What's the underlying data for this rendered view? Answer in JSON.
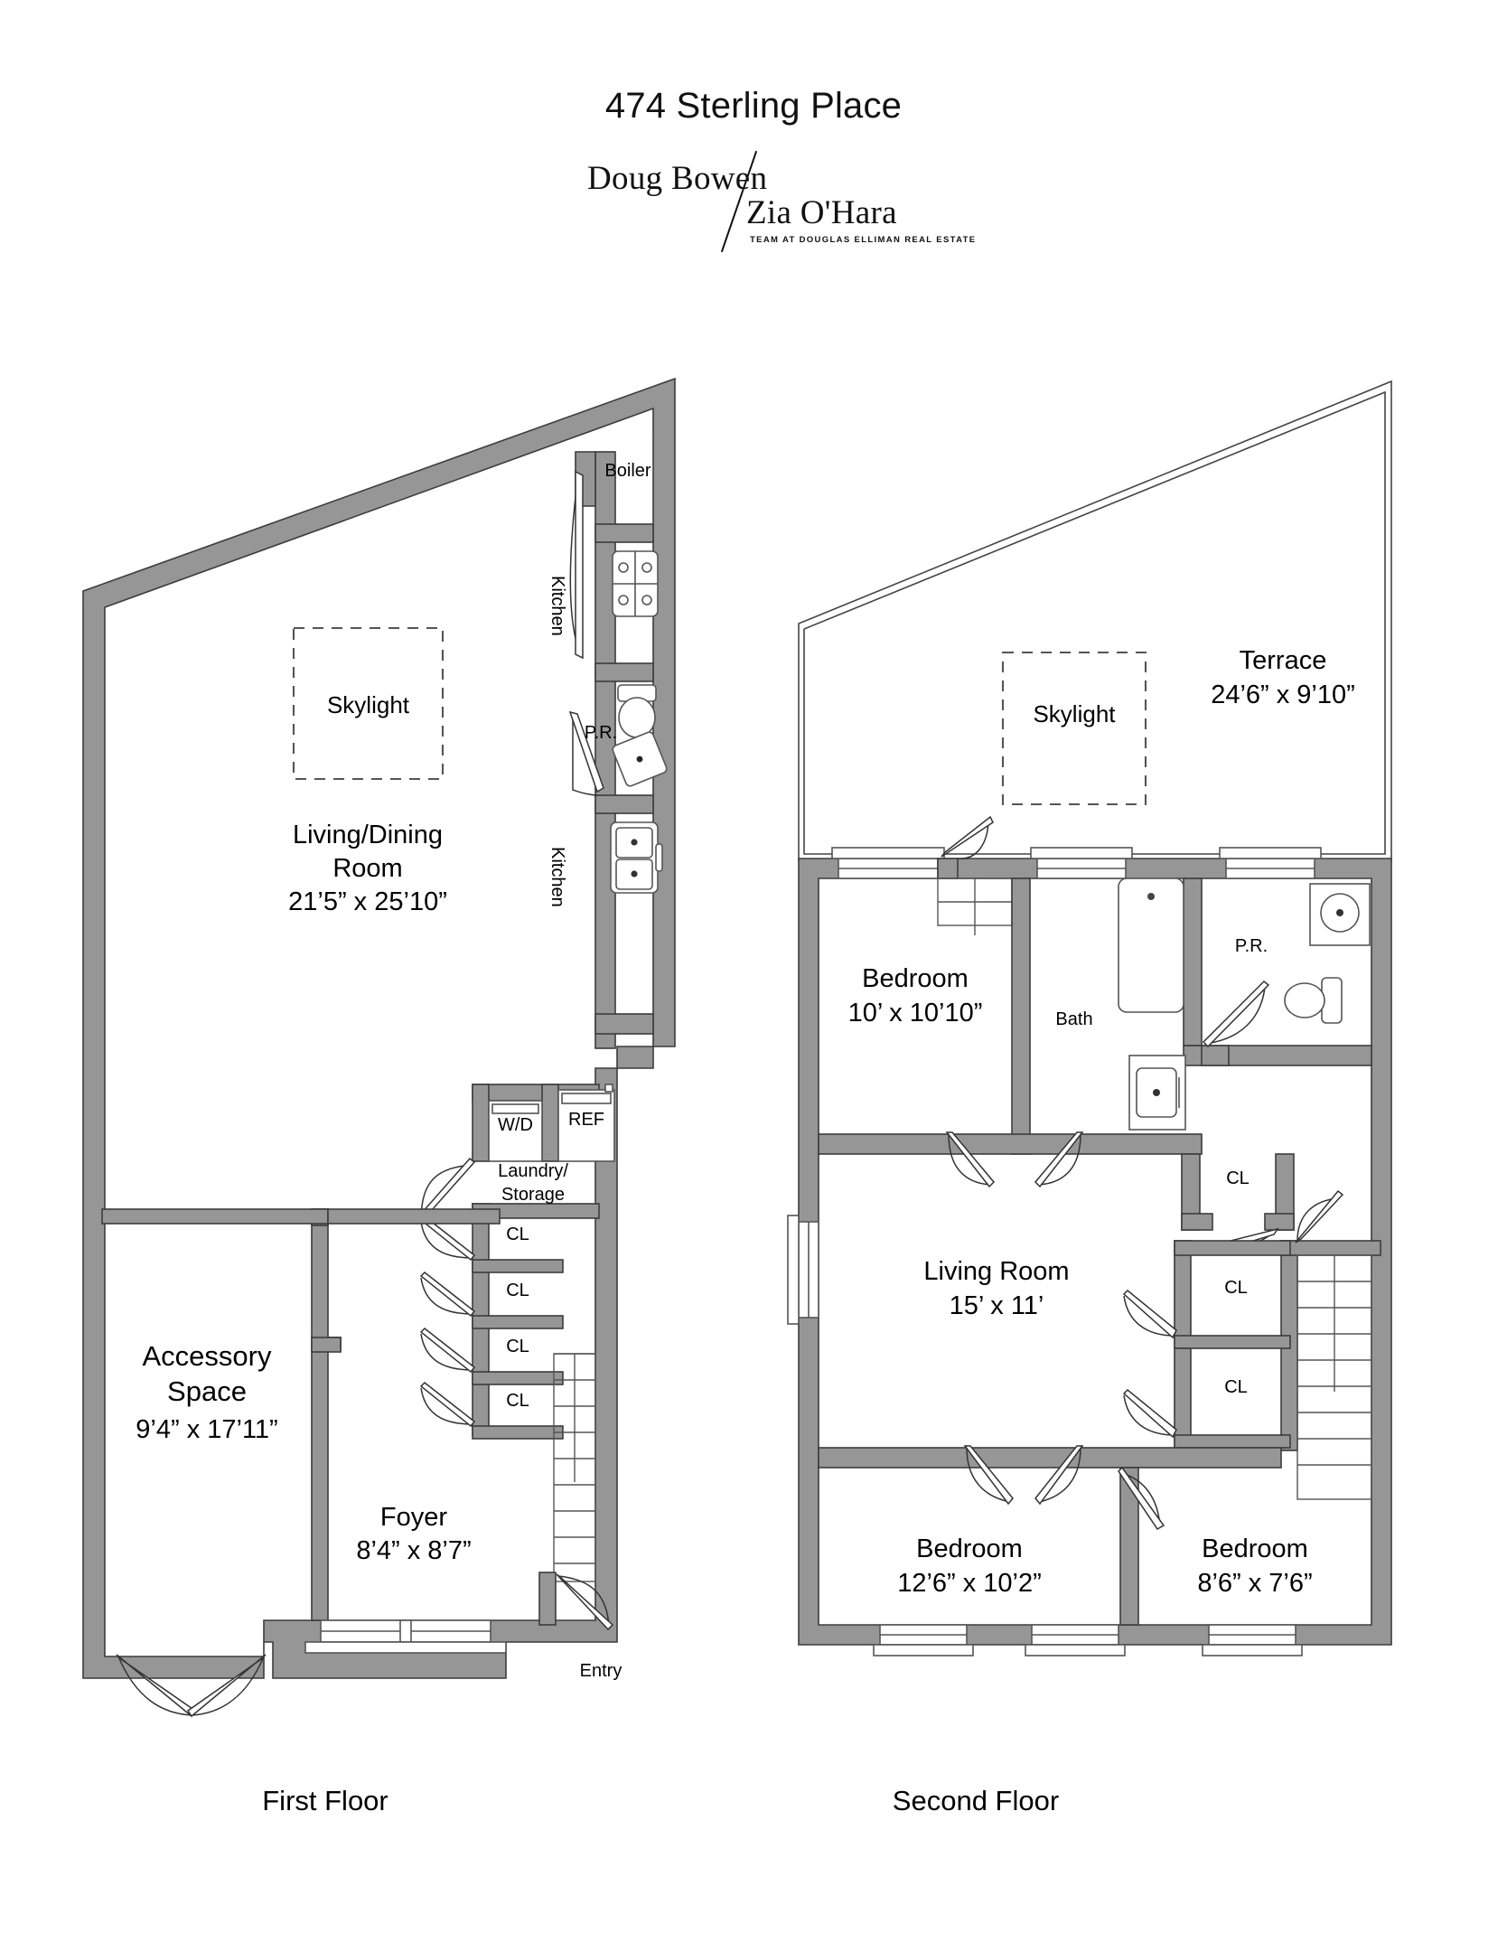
{
  "header": {
    "title": "474 Sterling Place",
    "logo": {
      "name_line1": "Doug Bowen",
      "name_line2": "Zia O'Hara",
      "tagline": "TEAM AT DOUGLAS ELLIMAN REAL ESTATE"
    }
  },
  "colors": {
    "wall_fill": "#969696",
    "wall_stroke": "#3c3c3c",
    "fixture_stroke": "#555555",
    "text": "#000000",
    "background": "#ffffff"
  },
  "floors": [
    {
      "caption": "First Floor",
      "rooms": [
        {
          "name": "Boiler",
          "label": "Boiler",
          "dimensions": ""
        },
        {
          "name": "Kitchen (upper)",
          "label": "Kitchen",
          "dimensions": ""
        },
        {
          "name": "Powder Room",
          "label": "P.R.",
          "dimensions": ""
        },
        {
          "name": "Kitchen (lower)",
          "label": "Kitchen",
          "dimensions": ""
        },
        {
          "name": "Skylight",
          "label": "Skylight",
          "dimensions": ""
        },
        {
          "name": "Living/Dining Room",
          "label": "Living/Dining\nRoom",
          "dimensions": "21'5” x 25'10”"
        },
        {
          "name": "Laundry/Storage",
          "label": "Laundry/\nStorage",
          "dimensions": ""
        },
        {
          "name": "Washer/Dryer",
          "label": "W/D",
          "dimensions": ""
        },
        {
          "name": "Refrigerator",
          "label": "REF",
          "dimensions": ""
        },
        {
          "name": "Closet 1",
          "label": "CL",
          "dimensions": ""
        },
        {
          "name": "Closet 2",
          "label": "CL",
          "dimensions": ""
        },
        {
          "name": "Closet 3",
          "label": "CL",
          "dimensions": ""
        },
        {
          "name": "Closet 4",
          "label": "CL",
          "dimensions": ""
        },
        {
          "name": "Accessory Space",
          "label": "Accessory\nSpace",
          "dimensions": "9'4” x 17'11”"
        },
        {
          "name": "Foyer",
          "label": "Foyer",
          "dimensions": "8'4” x 8'7”"
        },
        {
          "name": "Entry",
          "label": "Entry",
          "dimensions": ""
        }
      ]
    },
    {
      "caption": "Second Floor",
      "rooms": [
        {
          "name": "Skylight",
          "label": "Skylight",
          "dimensions": ""
        },
        {
          "name": "Terrace",
          "label": "Terrace",
          "dimensions": "24'6” x 9'10”"
        },
        {
          "name": "Bedroom (front)",
          "label": "Bedroom",
          "dimensions": "10' x 10'10”"
        },
        {
          "name": "Bath",
          "label": "Bath",
          "dimensions": ""
        },
        {
          "name": "Powder Room",
          "label": "P.R.",
          "dimensions": ""
        },
        {
          "name": "Closet hall",
          "label": "CL",
          "dimensions": ""
        },
        {
          "name": "Living Room",
          "label": "Living Room",
          "dimensions": "15' x 11'"
        },
        {
          "name": "Closet upper",
          "label": "CL",
          "dimensions": ""
        },
        {
          "name": "Closet lower",
          "label": "CL",
          "dimensions": ""
        },
        {
          "name": "Bedroom (rear large)",
          "label": "Bedroom",
          "dimensions": "12'6” x 10'2”"
        },
        {
          "name": "Bedroom (rear small)",
          "label": "Bedroom",
          "dimensions": "8'6” x 7'6”"
        }
      ]
    }
  ],
  "labels": {
    "f1_boiler": "Boiler",
    "f1_kitchen_upper": "Kitchen",
    "f1_pr": "P.R.",
    "f1_kitchen_lower": "Kitchen",
    "f1_skylight": "Skylight",
    "f1_livdin_name": "Living/Dining",
    "f1_livdin_name2": "Room",
    "f1_livdin_dims": "21’5” x 25’10”",
    "f1_wd": "W/D",
    "f1_ref": "REF",
    "f1_laundry1": "Laundry/",
    "f1_laundry2": "Storage",
    "f1_cl1": "CL",
    "f1_cl2": "CL",
    "f1_cl3": "CL",
    "f1_cl4": "CL",
    "f1_accessory1": "Accessory",
    "f1_accessory2": "Space",
    "f1_accessory_dims": "9’4” x 17’11”",
    "f1_foyer": "Foyer",
    "f1_foyer_dims": "8’4” x 8’7”",
    "f1_entry": "Entry",
    "f2_skylight": "Skylight",
    "f2_terrace": "Terrace",
    "f2_terrace_dims": "24’6” x 9’10”",
    "f2_bedroom1": "Bedroom",
    "f2_bedroom1_dims": "10’ x 10’10”",
    "f2_bath": "Bath",
    "f2_pr": "P.R.",
    "f2_cl_hall": "CL",
    "f2_living": "Living Room",
    "f2_living_dims": "15’ x 11’",
    "f2_cl_up": "CL",
    "f2_cl_low": "CL",
    "f2_bedroom2": "Bedroom",
    "f2_bedroom2_dims": "12’6” x 10’2”",
    "f2_bedroom3": "Bedroom",
    "f2_bedroom3_dims": "8’6” x 7’6”",
    "caption_first": "First Floor",
    "caption_second": "Second Floor"
  }
}
